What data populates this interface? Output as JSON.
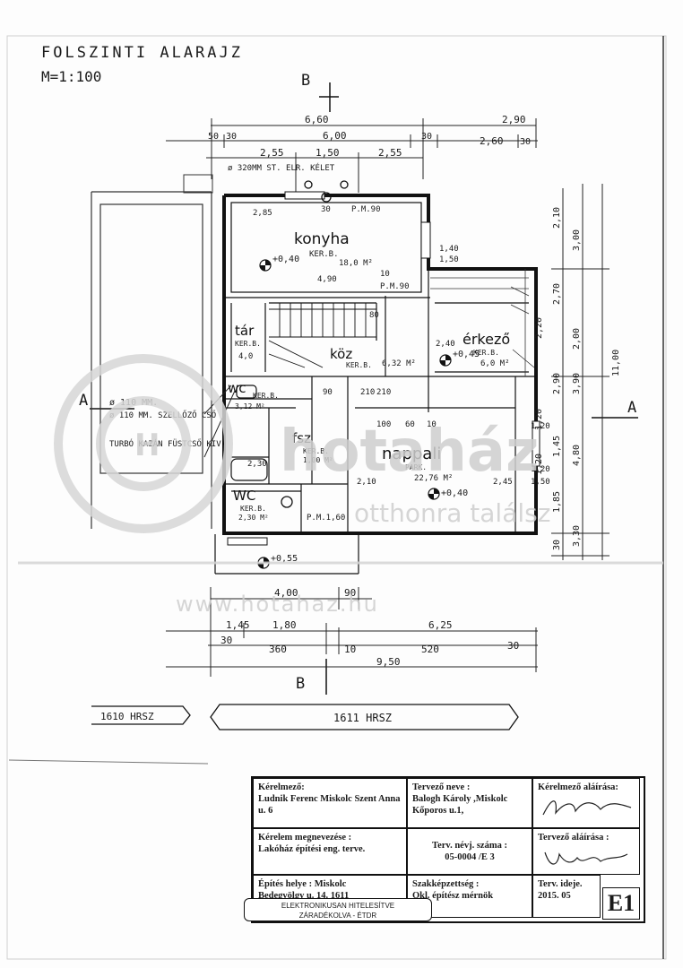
{
  "plan": {
    "title": "FOLSZINTI ALARAJZ",
    "scale": "M=1:100",
    "section_marks": {
      "top": "B",
      "bottom": "B",
      "left": "A",
      "right": "A"
    },
    "dims_top": {
      "row1": [
        "6,60",
        "2,90"
      ],
      "row2": [
        "50",
        "30",
        "6,00",
        "30",
        "2,60",
        "30"
      ],
      "row3": [
        "2,55",
        "1,50",
        "2,55"
      ],
      "note": "ø 320MM ST. ELR. KÉLET"
    },
    "dims_bottom": {
      "row1": [
        "4,00",
        "90"
      ],
      "row2": [
        "1,45",
        "1,80",
        "6,25"
      ],
      "row3": [
        "30",
        "360",
        "10",
        "520",
        "30"
      ],
      "total": "9,50"
    },
    "dims_right": [
      "2,10",
      "3,00",
      "2,70",
      "2,00",
      "3,90",
      "11,00",
      "2,20",
      "2,90",
      "1,20",
      "1,45",
      "4,80",
      "1,20",
      "1,85",
      "3,30",
      "30"
    ],
    "rooms": [
      {
        "name": "konyha",
        "floor": "KER.B.",
        "area": "18,0 M²"
      },
      {
        "name": "tár",
        "floor": "KER.B.",
        "area": "4,0"
      },
      {
        "name": "köz",
        "floor": "KER.B.",
        "area": "6,32 M²"
      },
      {
        "name": "érkező",
        "floor": "KER.B.",
        "area": "6,0 M²"
      },
      {
        "name": "wc",
        "floor": "KER.B.",
        "area": "3,12 M²"
      },
      {
        "name": "fsz",
        "floor": "KER.B.",
        "area": "1,00 M²"
      },
      {
        "name": "nappali",
        "floor": "PARK.",
        "area": "22,76 M²"
      },
      {
        "name": "WC",
        "floor": "KER.B.",
        "area": "2,30 M²"
      }
    ],
    "levels": [
      "+0,40",
      "+0,45",
      "+0,40",
      "+0,55"
    ],
    "inner_dims": [
      "2,85",
      "30",
      "P.M.90",
      "1,40",
      "1,50",
      "4,90",
      "10",
      "P.M.90",
      "1,20",
      "2,40",
      "2,30",
      "100",
      "60",
      "10",
      "2,10",
      "2,45",
      "1,50",
      "1,20",
      "80",
      "210",
      "90",
      "210",
      "P.M.1,60"
    ],
    "notes_left": [
      "ø 110 MM. SZELLŐZŐ CSŐ",
      "TURBÓ KAZÁN FÜSTCSŐ KIV."
    ],
    "plots": {
      "left": "1610 HRSZ",
      "main": "1611 HRSZ"
    },
    "watermark": {
      "brand": "hotaház",
      "slogan": "otthonra találsz",
      "url": "www.hotahaz.hu"
    }
  },
  "title_block": {
    "applicant_label": "Kérelmező:",
    "applicant_value": "Ludnik Ferenc Miskolc Szent Anna u. 6",
    "designer_label": "Tervező neve :",
    "designer_value": "Balogh Károly ,Miskolc Kőporos u.1,",
    "applicant_sign_label": "Kérelmező aláírása:",
    "request_label": "Kérelem megnevezése :",
    "request_value": "Lakóház építési eng. terve.",
    "register_label": "Terv. névj. száma :",
    "register_value": "05-0004 /E 3",
    "designer_sign_label": "Tervező aláírása :",
    "site_label": "Építés helye : Miskolc",
    "site_value": "Bedegvölgy u. 14. 1611",
    "qualification_label": "Szakképzettség :",
    "qualification_value": "Okl. építész mérnök",
    "date_label": "Terv. ideje.",
    "date_value": "2015. 05",
    "sheet_code": "E1",
    "stamp_line1": "ELEKTRONIKUSAN HITELESÍTVE",
    "stamp_line2": "ZÁRADÉKOLVA - ÉTDR"
  }
}
